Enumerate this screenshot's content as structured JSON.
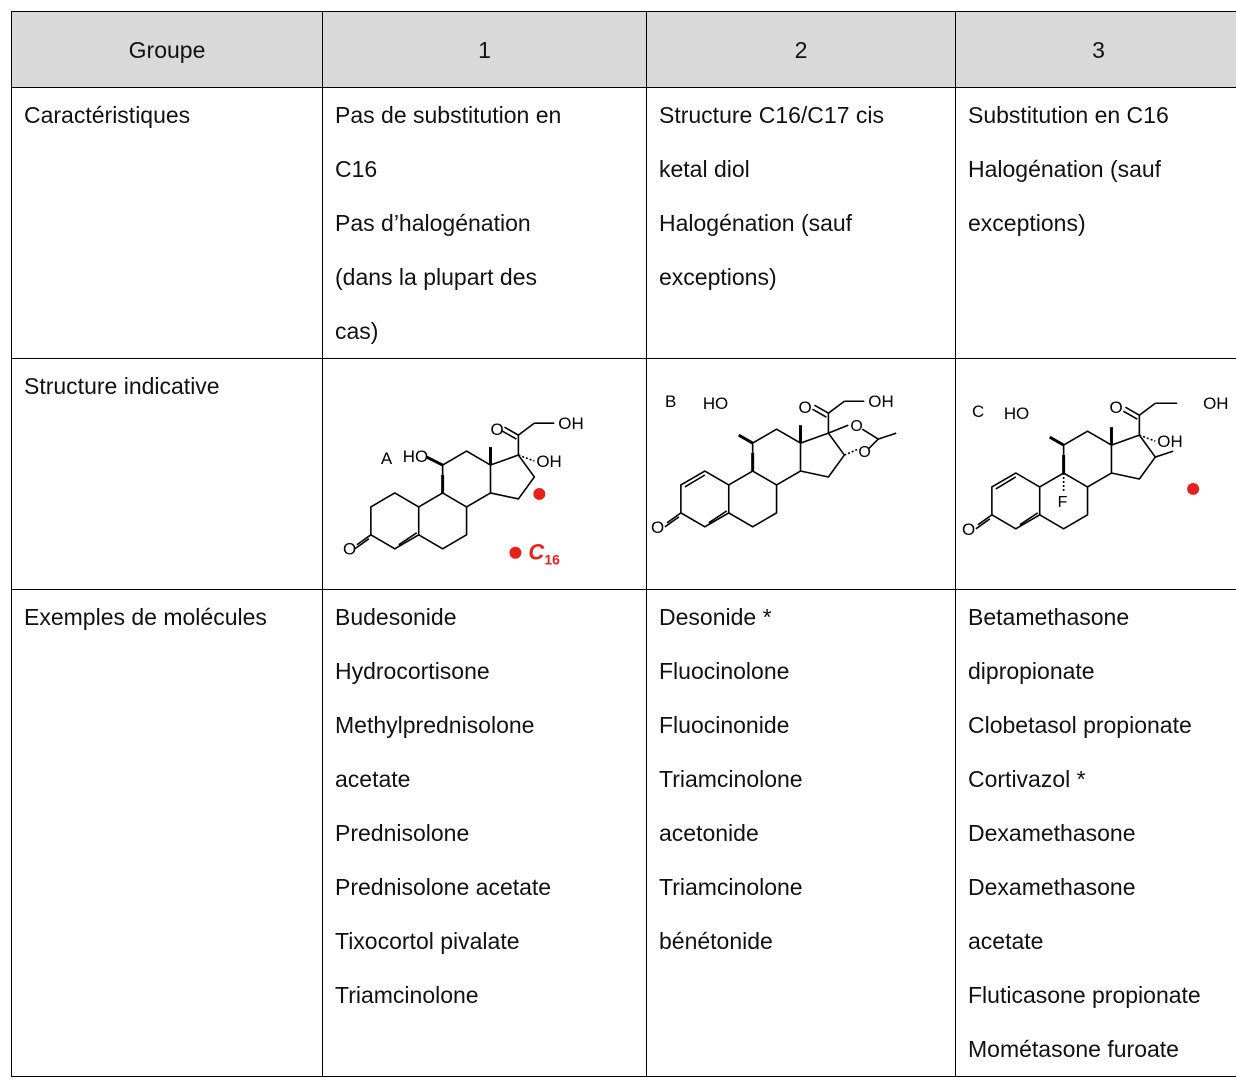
{
  "header": {
    "col0": "Groupe",
    "col1": "1",
    "col2": "2",
    "col3": "3"
  },
  "characteristics": {
    "label": "Caractéristiques",
    "group1": [
      "Pas de substitution en",
      "C16",
      "Pas d’halogénation",
      "(dans la plupart des",
      "cas)"
    ],
    "group2": [
      "Structure C16/C17 cis",
      "ketal diol",
      "Halogénation (sauf",
      "exceptions)"
    ],
    "group3": [
      "Substitution en C16",
      "Halogénation (sauf",
      "exceptions)"
    ]
  },
  "structure": {
    "label": "Structure indicative",
    "A": {
      "letter": "A",
      "ho": "HO",
      "oh_top": "OH",
      "oh_mid": "OH",
      "o_ketone": "O",
      "o_carbonyl": "O",
      "legend": "C",
      "legend_sub": "16"
    },
    "B": {
      "letter": "B",
      "ho": "HO",
      "oh_top": "OH",
      "o_ketone": "O",
      "o_carbonyl": "O",
      "o_ring1": "O",
      "o_ring2": "O"
    },
    "C": {
      "letter": "C",
      "ho": "HO",
      "oh_top": "OH",
      "oh_mid": "OH",
      "o_ketone": "O",
      "o_carbonyl": "O",
      "fluor": "F"
    },
    "marker_color": "#e8201c"
  },
  "examples": {
    "label": "Exemples de molécules",
    "group1": [
      "Budesonide",
      "Hydrocortisone",
      "Methylprednisolone",
      "acetate",
      "Prednisolone",
      "Prednisolone acetate",
      "Tixocortol pivalate",
      "Triamcinolone"
    ],
    "group2": [
      "Desonide *",
      "Fluocinolone",
      "Fluocinonide",
      "Triamcinolone",
      "acetonide",
      "Triamcinolone",
      "bénétonide"
    ],
    "group3": [
      "Betamethasone",
      "dipropionate",
      "Clobetasol propionate",
      "Cortivazol *",
      "Dexamethasone",
      "Dexamethasone",
      "acetate",
      "Fluticasone propionate",
      "Mométasone furoate"
    ]
  }
}
